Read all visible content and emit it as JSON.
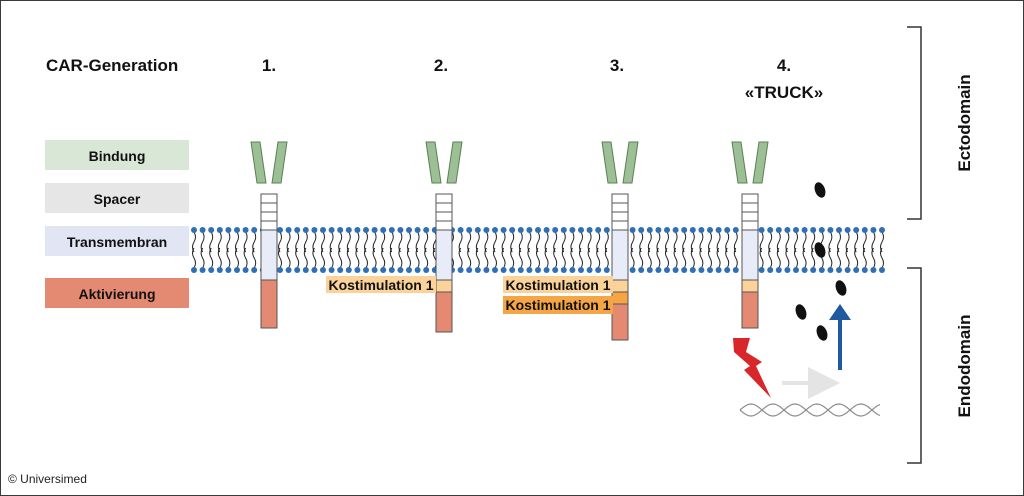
{
  "header": {
    "generation_label": "CAR-Generation",
    "generations": [
      {
        "number": "1."
      },
      {
        "number": "2."
      },
      {
        "number": "3."
      },
      {
        "number": "4.",
        "subtitle": "«TRUCK»"
      }
    ]
  },
  "legend": {
    "items": [
      {
        "label": "Bindung",
        "color": "#d9e7d6"
      },
      {
        "label": "Spacer",
        "color": "#e6e6e6"
      },
      {
        "label": "Transmembran",
        "color": "#e2e6f4"
      },
      {
        "label": "Aktivierung",
        "color": "#e48a72"
      }
    ]
  },
  "costim": {
    "gen2": [
      "Kostimulation 1"
    ],
    "gen3": [
      "Kostimulation 1",
      "Kostimulation 1"
    ]
  },
  "domains": {
    "ecto": "Ectodomain",
    "endo": "Endodomain"
  },
  "copyright": "© Universimed",
  "colors": {
    "binding": "#9cbf95",
    "binding_stroke": "#5b7f56",
    "spacer": "#ffffff",
    "transmembrane": "#e8ecf8",
    "activation": "#e48a72",
    "costim_light": "#fbd39a",
    "costim_dark": "#f5a543",
    "membrane_head": "#2f6fb6",
    "signal_bolt": "#d9262a",
    "arrow_blue": "#1f5aa0",
    "arrow_grey": "#e4e4e4",
    "dna": "#8c8c8c"
  }
}
